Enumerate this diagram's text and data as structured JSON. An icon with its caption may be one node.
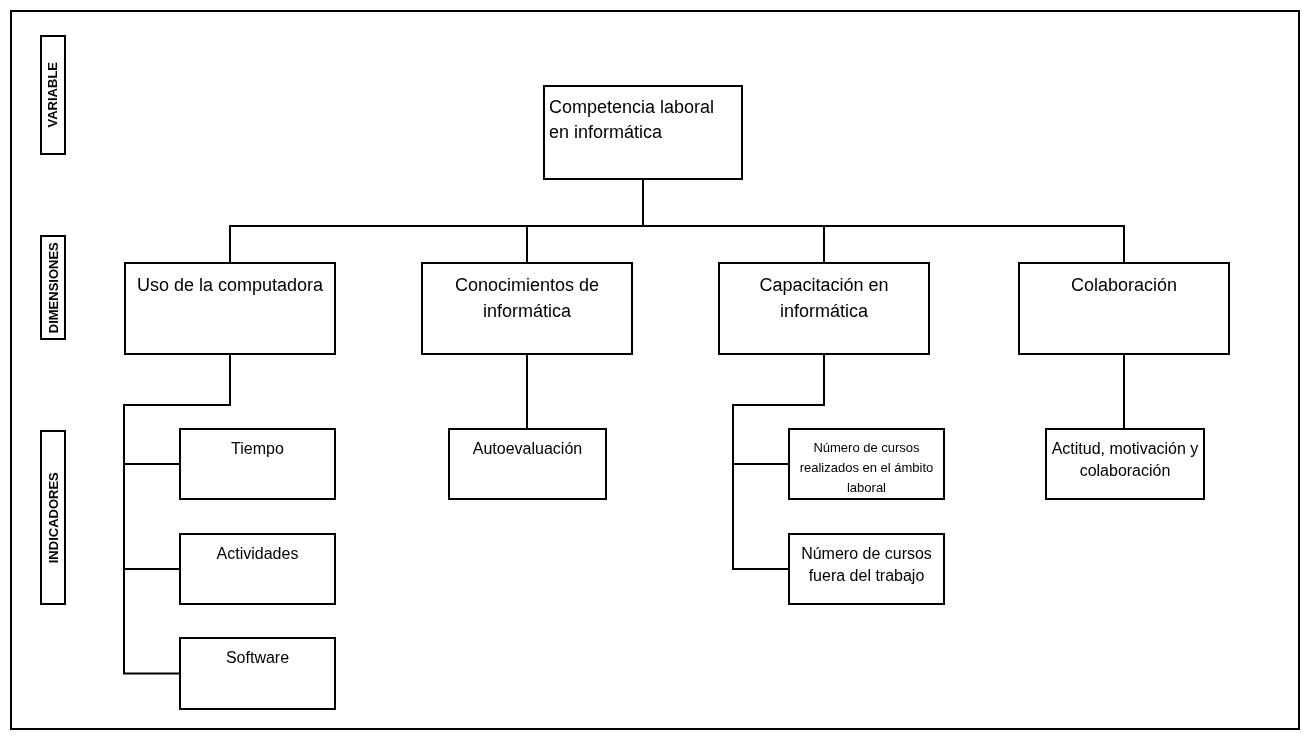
{
  "diagram": {
    "nodes": [
      {
        "text": [
          "Competencia laboral en informática"
        ]
      },
      {
        "text": [
          "Uso de la computadora"
        ]
      },
      {
        "text": [
          "Conocimientos de informática"
        ]
      },
      {
        "text": [
          "Capacitación en informática"
        ]
      },
      {
        "text": [
          "Colaboración"
        ]
      },
      {
        "text": [
          "Tiempo"
        ]
      },
      {
        "text": [
          "Actividades"
        ]
      },
      {
        "text": [
          "Software"
        ]
      },
      {
        "text": [
          "Autoevaluación"
        ]
      },
      {
        "text": [
          "Número de  cursos realizados en el ámbito laboral"
        ]
      },
      {
        "text": [
          "Número de cursos fuera del trabajo"
        ]
      },
      {
        "text": [
          "Actitud, motivación y colaboración"
        ]
      },
      {
        "text": [
          "VARIABLE"
        ]
      },
      {
        "text": [
          "DIMENSIONES"
        ]
      },
      {
        "text": [
          "INDICADORES"
        ]
      }
    ],
    "edges": [
      {
        "from": 0,
        "to": 1,
        "arrow": "none"
      },
      {
        "from": 0,
        "to": 2,
        "arrow": "none"
      },
      {
        "from": 0,
        "to": 3,
        "arrow": "none"
      },
      {
        "from": 0,
        "to": 4,
        "arrow": "none"
      },
      {
        "from": 1,
        "to": 5,
        "arrow": "none"
      },
      {
        "from": 1,
        "to": 6,
        "arrow": "none"
      },
      {
        "from": 1,
        "to": 7,
        "arrow": "none"
      },
      {
        "from": 2,
        "to": 8,
        "arrow": "none"
      },
      {
        "from": 3,
        "to": 9,
        "arrow": "none"
      },
      {
        "from": 3,
        "to": 10,
        "arrow": "none"
      },
      {
        "from": 4,
        "to": 11,
        "arrow": "none"
      }
    ]
  }
}
